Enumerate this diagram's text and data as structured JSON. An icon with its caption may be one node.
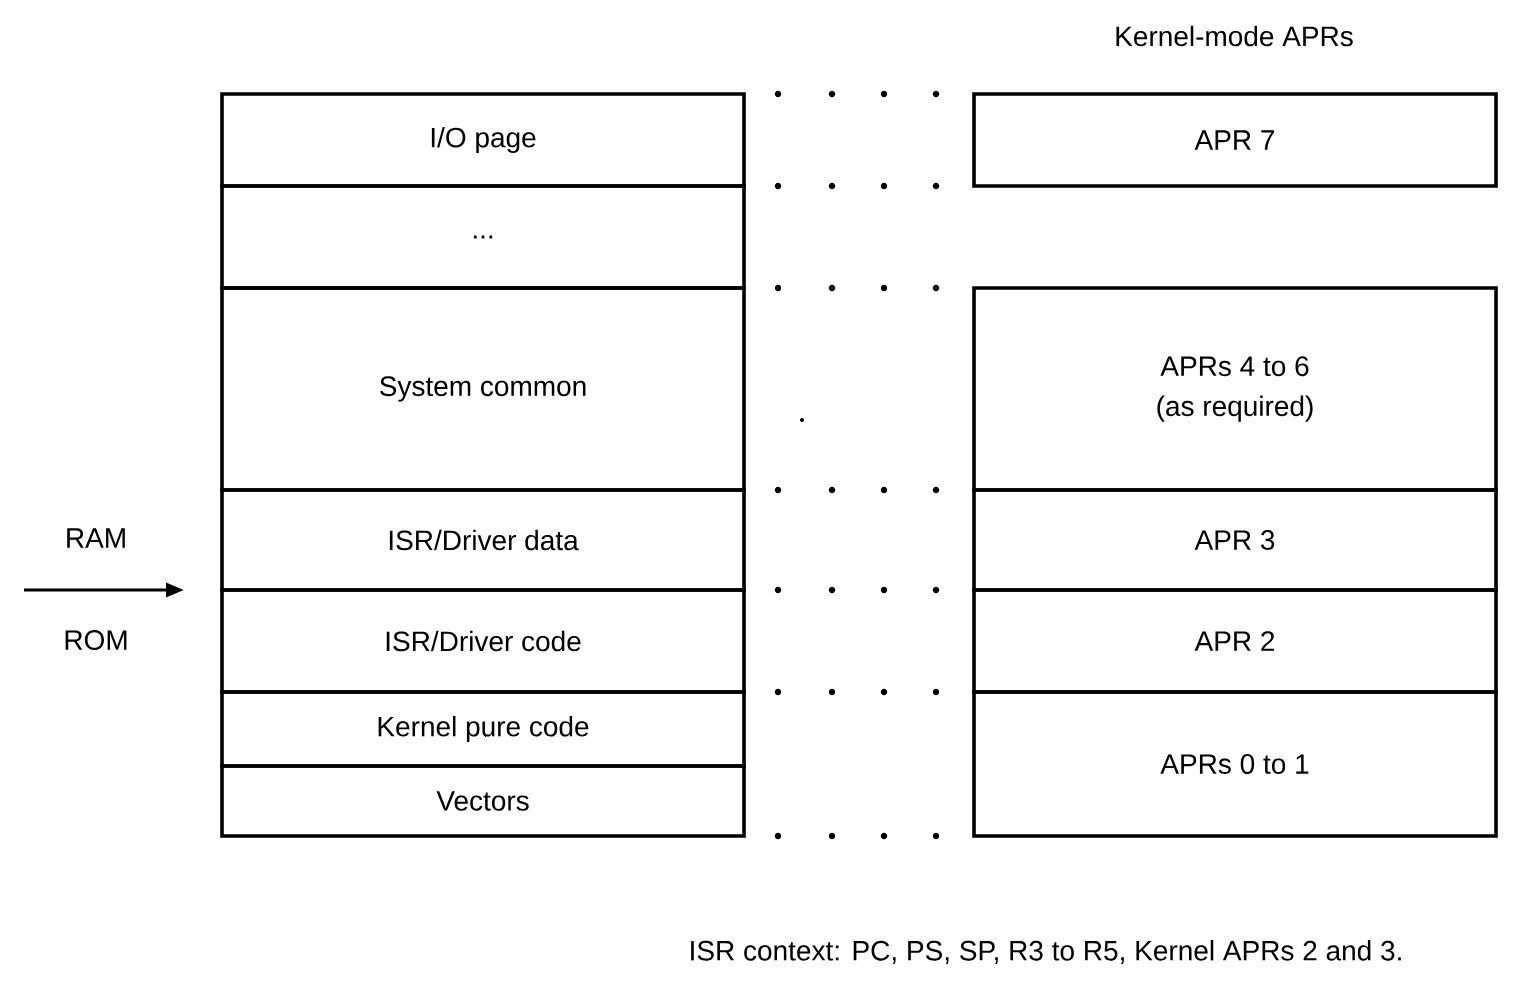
{
  "diagram": {
    "title": "Kernel-mode APRs",
    "caption": "ISR context: PC, PS, SP, R3 to R5, Kernel APRs 2 and 3.",
    "nodes": [
      {
        "text": [
          "I/O page"
        ]
      },
      {
        "text": [
          "..."
        ]
      },
      {
        "text": [
          "System common"
        ]
      },
      {
        "text": [
          "ISR/Driver data"
        ]
      },
      {
        "text": [
          "ISR/Driver code"
        ]
      },
      {
        "text": [
          "Kernel pure code"
        ]
      },
      {
        "text": [
          "Vectors"
        ]
      },
      {
        "text": [
          "APR 7"
        ]
      },
      {
        "text": [
          "APRs 4 to 6",
          "(as required)"
        ]
      },
      {
        "text": [
          "APR 3"
        ]
      },
      {
        "text": [
          "APR 2"
        ]
      },
      {
        "text": [
          "APRs 0 to 1"
        ]
      }
    ],
    "edges": [],
    "labels": [
      "RAM",
      "ROM"
    ]
  }
}
